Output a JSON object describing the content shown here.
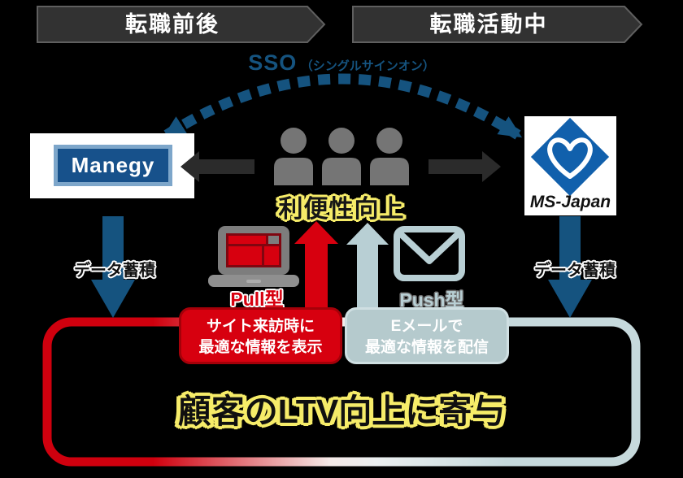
{
  "banners": {
    "left": "転職前後",
    "right": "転職活動中"
  },
  "sso": {
    "title": "SSO",
    "subtitle": "（シングルサインオン）"
  },
  "manegy": {
    "label": "Manegy"
  },
  "ms_japan": {
    "label": "MS-Japan"
  },
  "benefit_label": "利便性向上",
  "left_flow": {
    "data_accumulation": "データ蓄積",
    "channel_type": "Pull型",
    "card_line1": "サイト来訪時に",
    "card_line2": "最適な情報を表示"
  },
  "right_flow": {
    "data_accumulation": "データ蓄積",
    "channel_type": "Push型",
    "card_line1": "Eメールで",
    "card_line2": "最適な情報を配信"
  },
  "bottom_label": "顧客のLTV向上に寄与",
  "colors": {
    "accent_red": "#d7000f",
    "accent_blue": "#15537f",
    "accent_lightblue": "#b8cfd4",
    "highlight_yellow": "#f6ec6a",
    "banner_black": "#323232",
    "manegy_blue": "#17518b",
    "ms_japan_blue": "#1160ac"
  },
  "icons": {
    "sso_arc": "sso-dashed-arc-arrow-icon",
    "people": "people-group-icon",
    "laptop": "laptop-pull-icon",
    "envelope": "email-envelope-icon",
    "down_arrows": "data-down-arrow-icon",
    "up_arrow_red": "pull-up-arrow-icon",
    "up_arrow_gray": "push-up-arrow-icon",
    "ms_japan_logo": "diamond-heart-logo-icon"
  }
}
